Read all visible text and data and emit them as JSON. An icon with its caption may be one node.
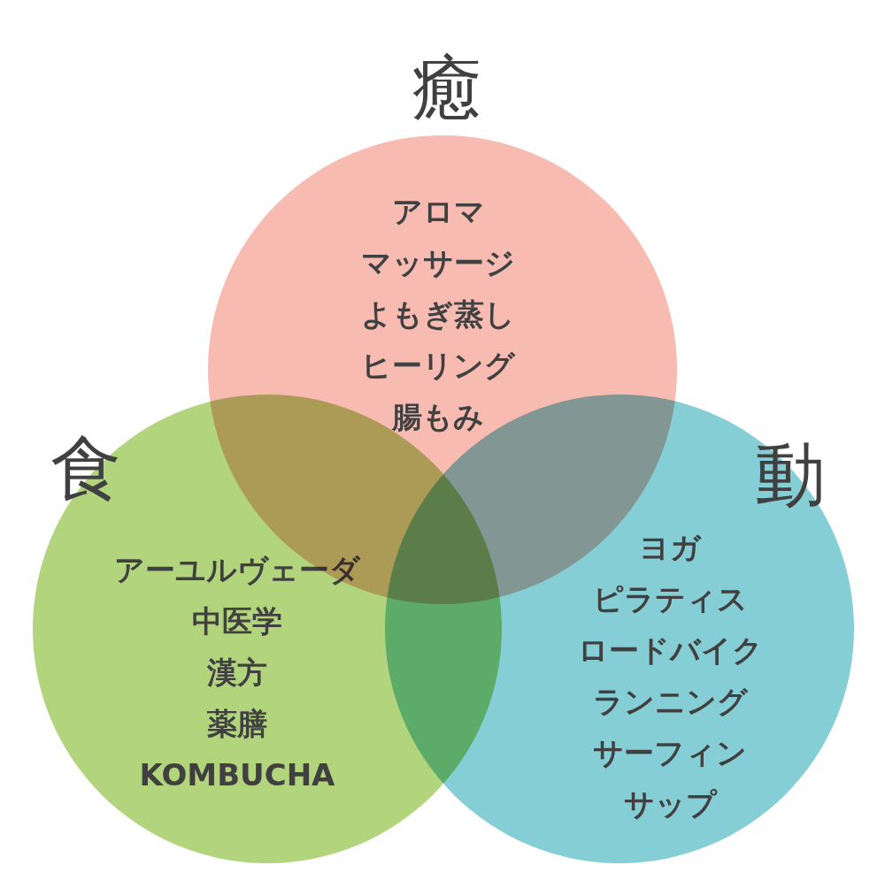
{
  "diagram": {
    "nodes": [
      {
        "text": [
          "癒",
          "アロマ",
          "マッサージ",
          "よもぎ蒸し",
          "ヒーリング",
          "腸もみ"
        ]
      },
      {
        "text": [
          "食",
          "アーユルヴェーダ",
          "中医学",
          "漢方",
          "薬膳",
          "KOMBUCHA"
        ]
      },
      {
        "text": [
          "動",
          "ヨガ",
          "ピラティス",
          "ロードバイク",
          "ランニング",
          "サーフィン",
          "サップ"
        ]
      }
    ]
  }
}
